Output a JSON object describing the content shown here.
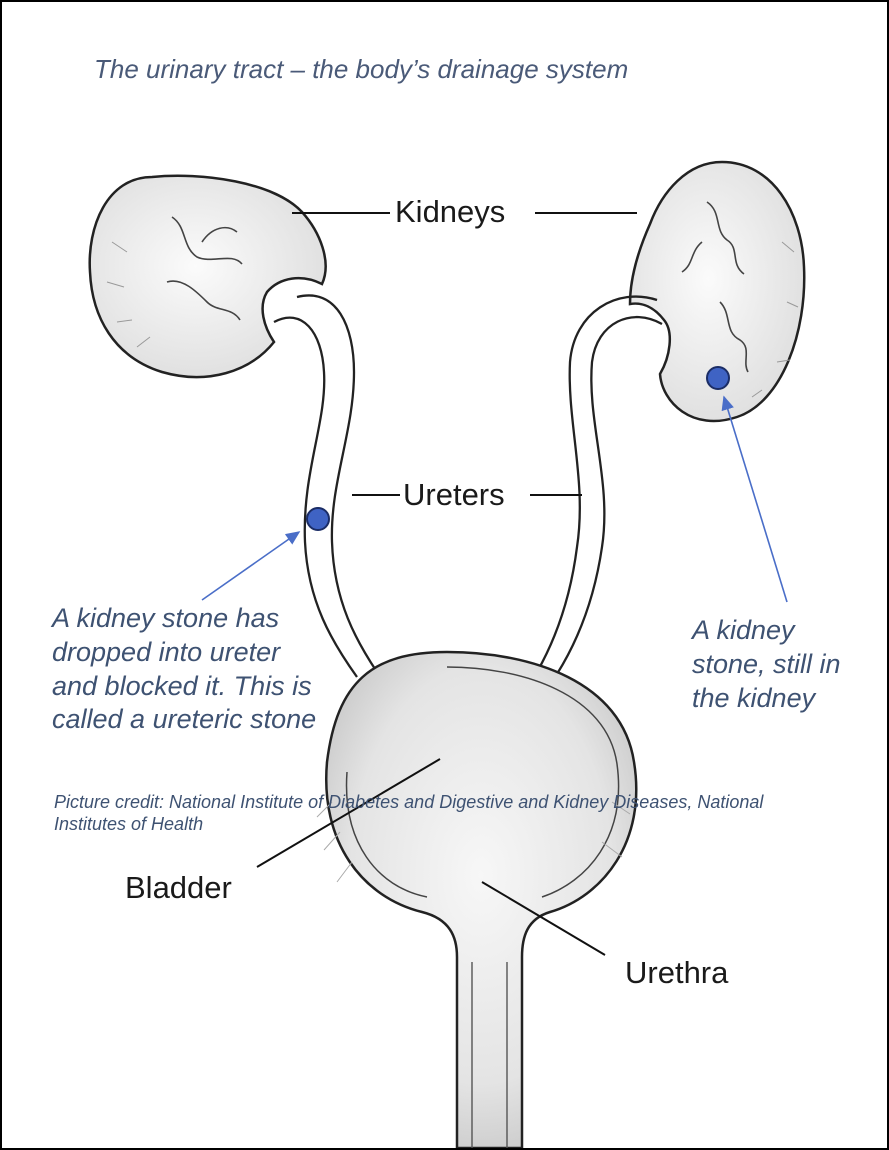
{
  "title": "The urinary tract – the body’s drainage system",
  "labels": {
    "kidneys": "Kidneys",
    "ureters": "Ureters",
    "bladder": "Bladder",
    "urethra": "Urethra"
  },
  "notes": {
    "ureteric_stone": "A kidney stone has dropped into ureter and blocked it. This is called a ureteric stone",
    "kidney_stone": "A kidney stone, still in the kidney"
  },
  "credit": "Picture credit: National Institute of Diabetes and Digestive and Kidney Diseases, National Institutes of Health",
  "colors": {
    "note_text": "#3e5272",
    "stone_fill": "#3f63c4",
    "arrow": "#4a6ec8",
    "border": "#000000"
  }
}
